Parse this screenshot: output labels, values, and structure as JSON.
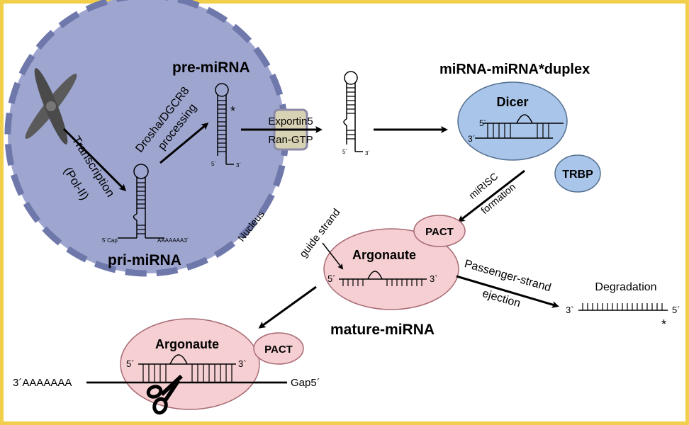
{
  "nucleus": {
    "label": "Nucleus",
    "transcription_label": "Transcription",
    "polymerase_label": "(Pol-II)",
    "processing_label_1": "Drosha/DGCR8",
    "processing_label_2": "processing",
    "pri_mirna_label": "pri-miRNA",
    "cap_label": "5´Cap",
    "polya_label": "AAAAAAA3´",
    "pre_mirna_label": "pre-miRNA",
    "pre_asterisk": "*",
    "pre_five": "5´",
    "pre_three": "3´"
  },
  "export": {
    "exportin_label": "Exportin5",
    "ran_label": "Ran-GTP",
    "five": "5´",
    "three": "3´"
  },
  "duplex": {
    "title": "miRNA-miRNA*duplex",
    "dicer_label": "Dicer",
    "trbp_label": "TRBP",
    "five": "5´",
    "three": "3´"
  },
  "risc": {
    "formation_line1": "miRISC",
    "formation_line2": "formation",
    "pact_label": "PACT",
    "guide_strand_label": "guide strand",
    "argonaute_label": "Argonaute",
    "five": "5´",
    "three": "3`",
    "mature_label": "mature-miRNA"
  },
  "passenger": {
    "label_line1": "Passenger-strand",
    "label_line2": "ejection",
    "degradation_label": "Degradation",
    "three": "3`",
    "five": "5´",
    "asterisk": "*"
  },
  "target": {
    "argonaute_label": "Argonaute",
    "pact_label": "PACT",
    "five": "5´",
    "three": "3`",
    "mrna_left": "3´AAAAAAA",
    "mrna_right": "Gap5´"
  },
  "colors": {
    "nucleus_fill": "#9ea6d0",
    "nucleus_border": "#6f78aa",
    "dicer_fill": "#a9c6ea",
    "argonaute_fill": "#f5cfd2",
    "border": "#f2cf4a",
    "exportin_box": "#d8d2b4"
  }
}
